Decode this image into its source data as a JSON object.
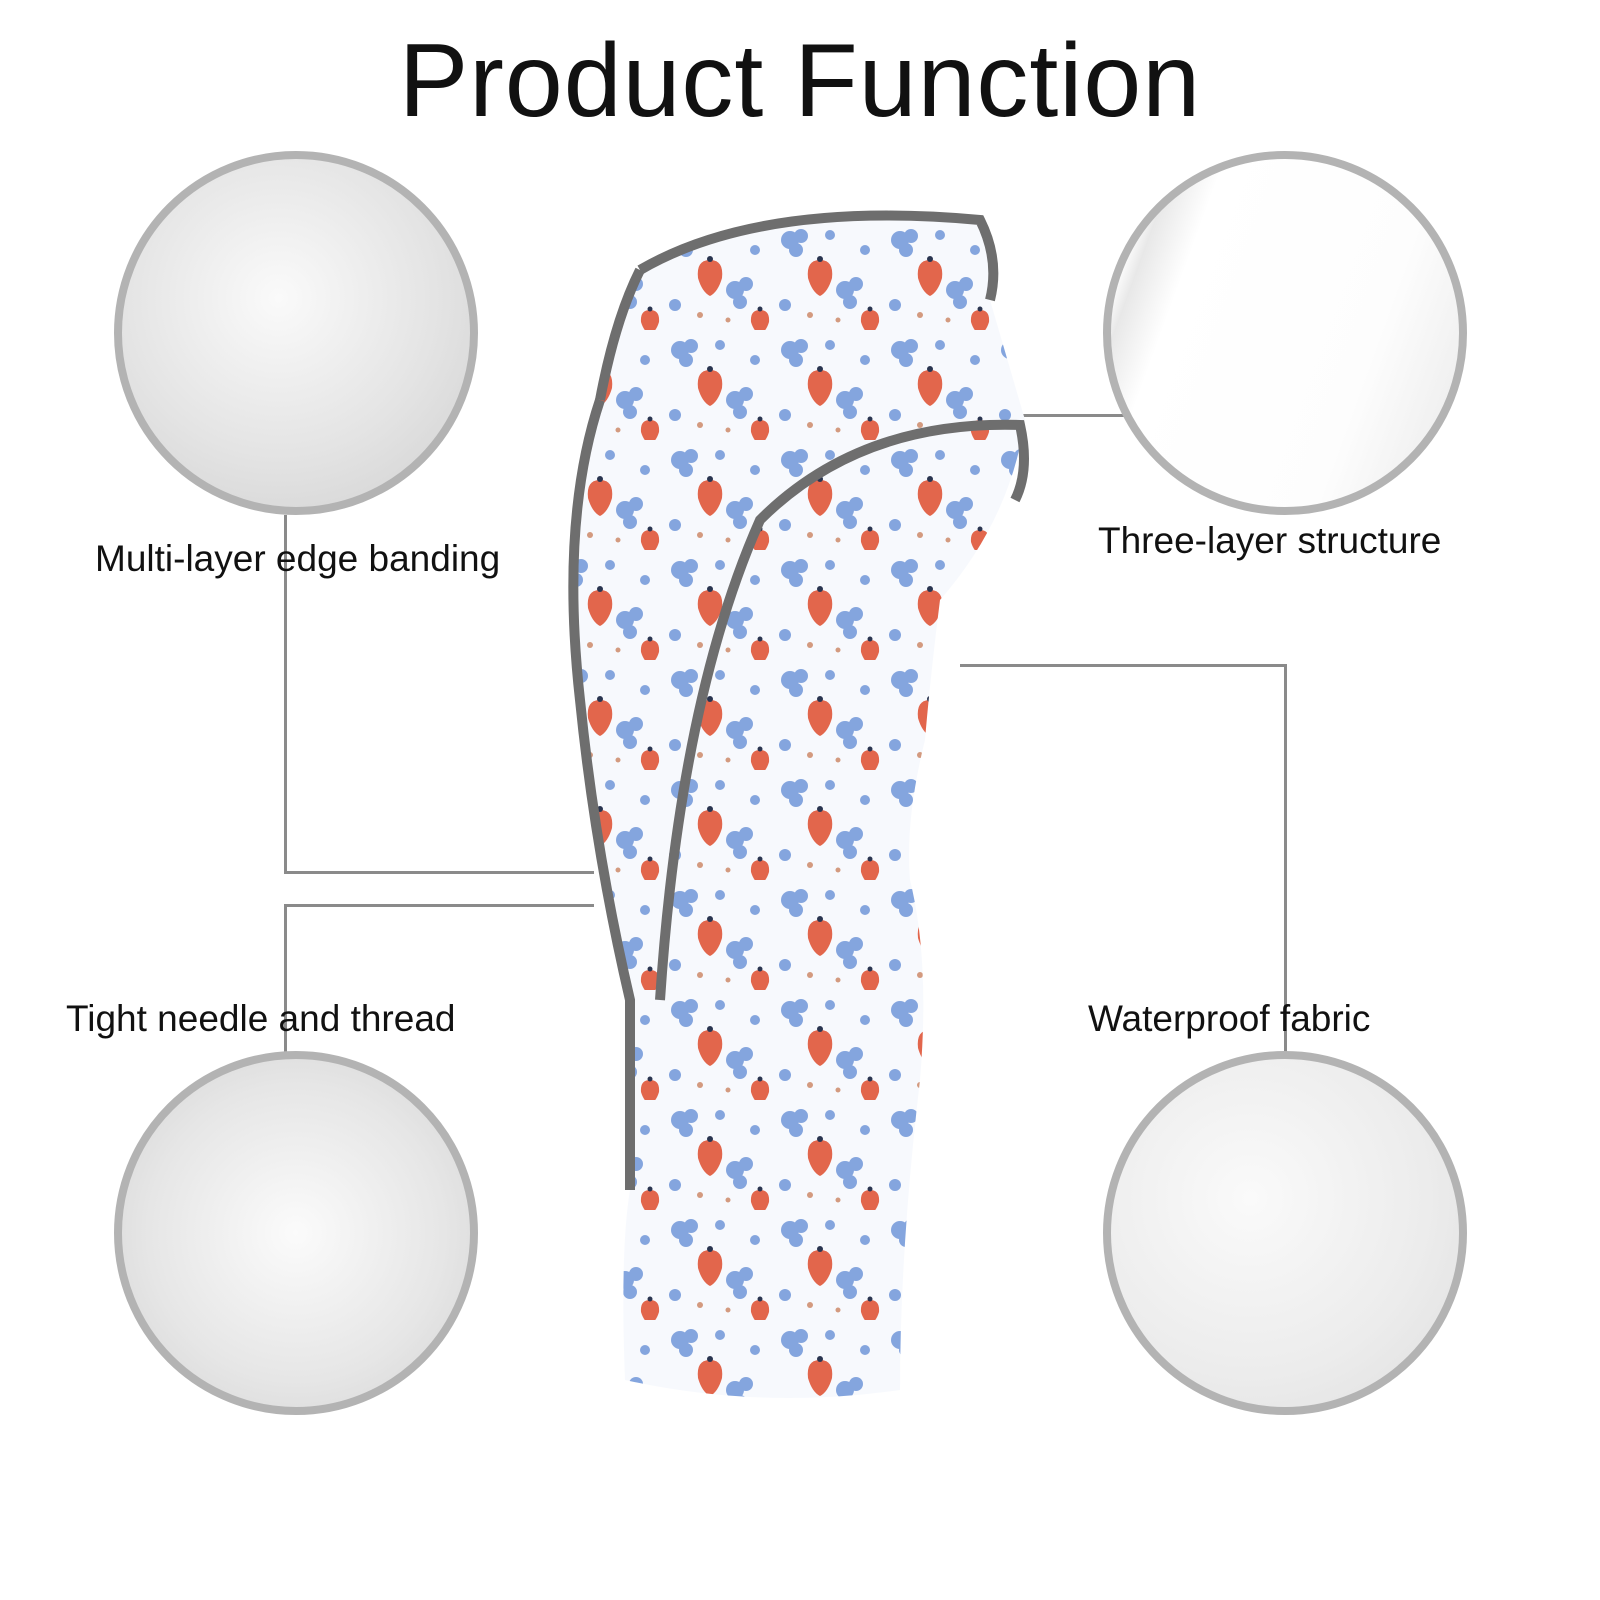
{
  "title": "Product Function",
  "features": [
    {
      "label": "Multi-layer edge banding"
    },
    {
      "label": "Three-layer structure"
    },
    {
      "label": "Tight needle and thread"
    },
    {
      "label": "Waterproof fabric"
    }
  ],
  "colors": {
    "ring": "#b3b3b3",
    "line": "#8a8a8a",
    "piping": "#6e6e6e",
    "flower": "#6f95d8",
    "strawberry": "#e2664c"
  }
}
